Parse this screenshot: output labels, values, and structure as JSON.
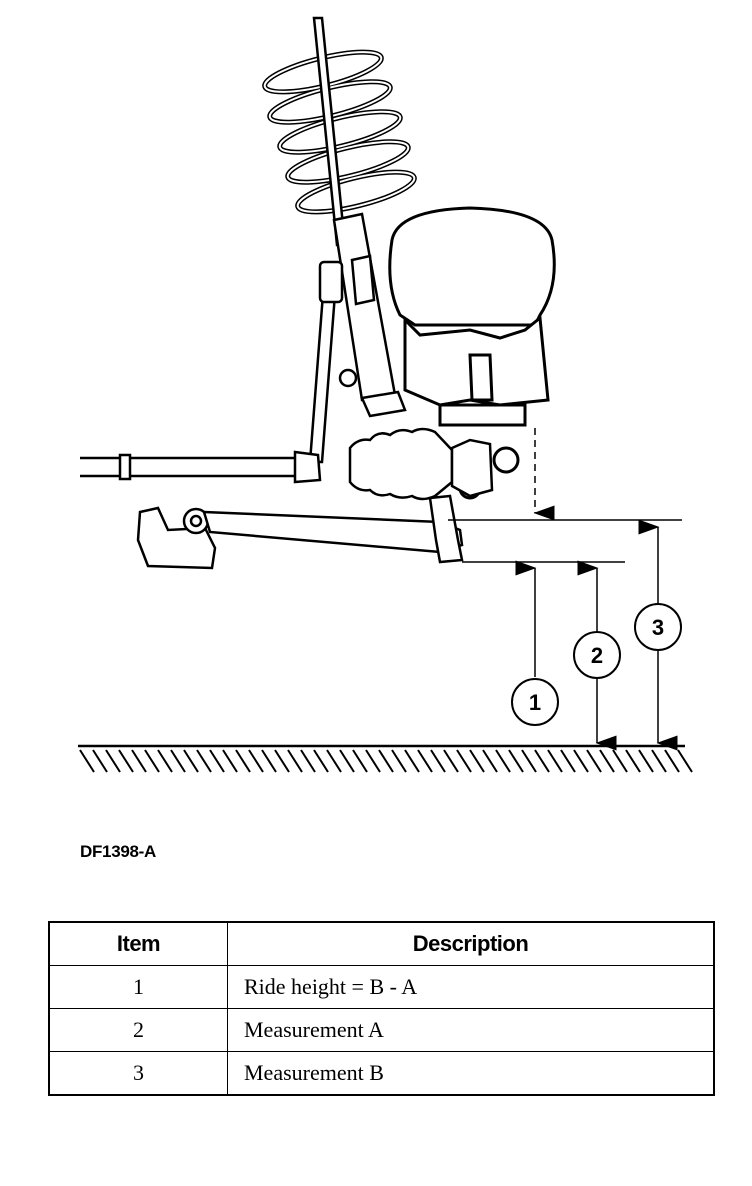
{
  "figure": {
    "id_label": "DF1398-A",
    "callouts": [
      "1",
      "2",
      "3"
    ]
  },
  "legend": {
    "headers": {
      "item": "Item",
      "description": "Description"
    },
    "rows": [
      {
        "item": "1",
        "description": "Ride height = B - A"
      },
      {
        "item": "2",
        "description": "Measurement A"
      },
      {
        "item": "3",
        "description": "Measurement B"
      }
    ]
  }
}
